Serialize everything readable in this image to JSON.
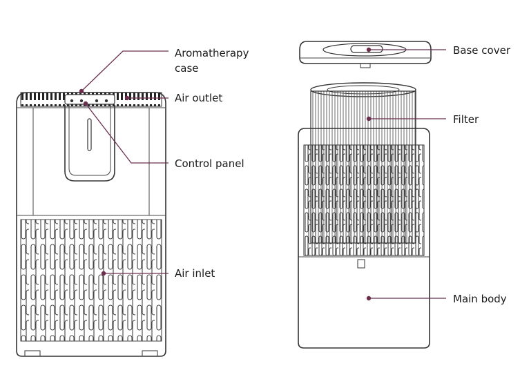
{
  "colors": {
    "accent": "#6b2e4f",
    "outline": "#333333"
  },
  "labels": {
    "aromatherapy_line1": "Aromatherapy",
    "aromatherapy_line2": "case",
    "air_outlet": "Air outlet",
    "control_panel": "Control panel",
    "air_inlet": "Air inlet",
    "base_cover": "Base cover",
    "filter": "Filter",
    "main_body": "Main body"
  }
}
